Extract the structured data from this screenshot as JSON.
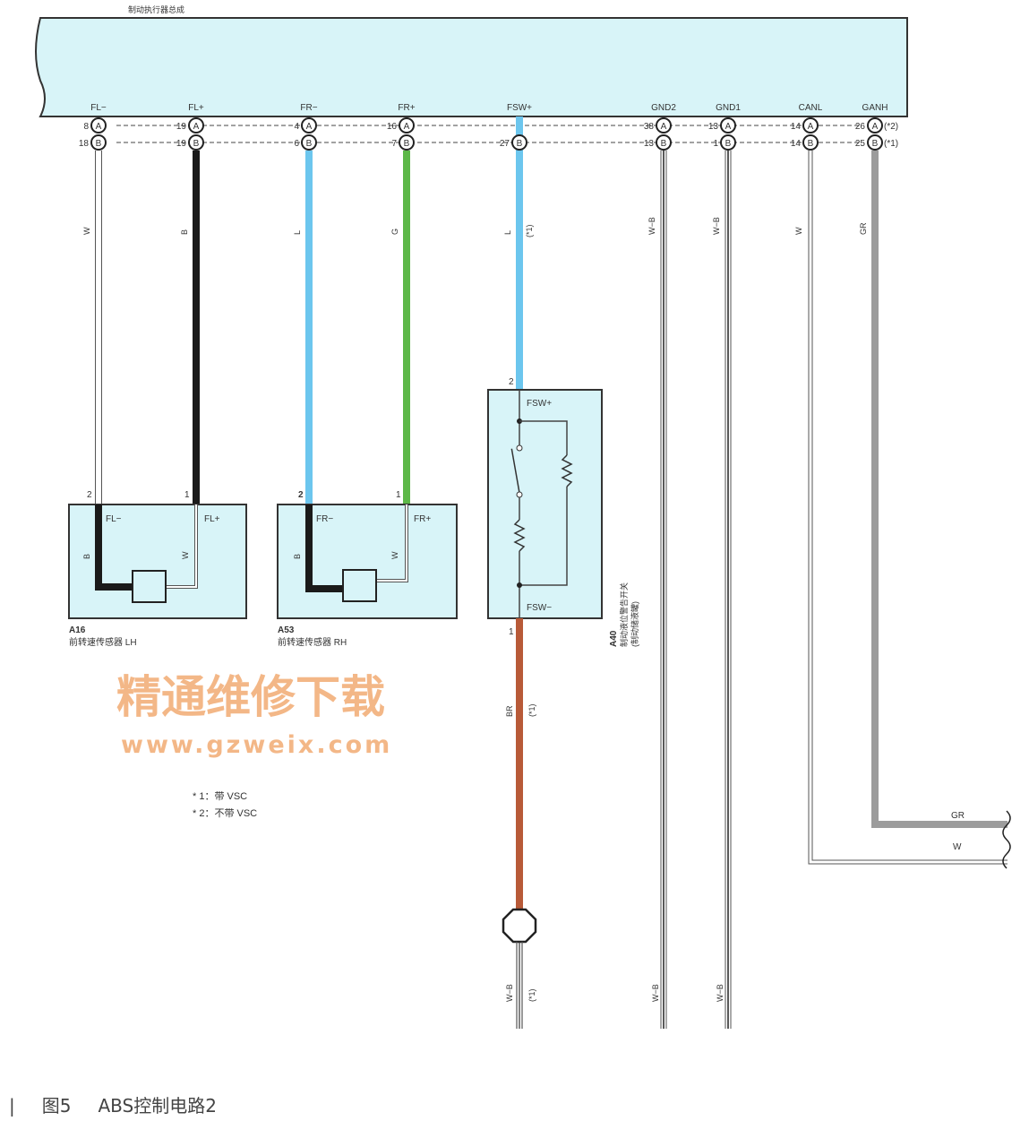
{
  "header": {
    "title": "制动执行器总成"
  },
  "colors": {
    "panel": "#d8f4f8",
    "W": "#ffffff",
    "B": "#1a1a1a",
    "L": "#6cc6ee",
    "G": "#5db848",
    "GR": "#9c9c9c",
    "BR": "#b85a38",
    "WB": "#ffffff"
  },
  "connector_labels": {
    "a": "A",
    "b": "B"
  },
  "columns": [
    {
      "pin": "FL−",
      "a": "8",
      "b": "18",
      "wire": "W",
      "color": "W"
    },
    {
      "pin": "FL+",
      "a": "19",
      "b": "19",
      "wire": "B",
      "color": "B"
    },
    {
      "pin": "FR−",
      "a": "4",
      "b": "6",
      "wire": "L",
      "color": "L"
    },
    {
      "pin": "FR+",
      "a": "16",
      "b": "7",
      "wire": "G",
      "color": "G"
    },
    {
      "pin": "FSW+",
      "a": "",
      "b": "27",
      "wire": "L",
      "color": "L",
      "note": "(*1)"
    },
    {
      "pin": "GND2",
      "a": "38",
      "b": "13",
      "wire": "W−B",
      "color": "WB"
    },
    {
      "pin": "GND1",
      "a": "13",
      "b": "1",
      "wire": "W−B",
      "color": "WB"
    },
    {
      "pin": "CANL",
      "a": "14",
      "b": "14",
      "wire": "W",
      "color": "W"
    },
    {
      "pin": "GANH",
      "a": "26",
      "b": "25",
      "wire": "GR",
      "color": "GR",
      "note_a": "(*2)",
      "note_b": "(*1)"
    }
  ],
  "components": {
    "a16": {
      "id": "A16",
      "name": "前转速传感器 LH",
      "pin2": "2",
      "pin1": "1",
      "term1": "FL−",
      "term2": "FL+",
      "wire1": "B",
      "wire2": "W"
    },
    "a53": {
      "id": "A53",
      "name": "前转速传感器 RH",
      "pin2": "2",
      "pin1": "1",
      "term1": "FR−",
      "term2": "FR+",
      "wire1": "B",
      "wire2": "W"
    },
    "a40": {
      "id": "A40",
      "name": "制动液位警告开关",
      "name2": "(制动储液罐)",
      "pin_top": "2",
      "pin_bottom": "1",
      "term_top": "FSW+",
      "term_bottom": "FSW−"
    }
  },
  "lower_wires": {
    "br": "BR",
    "br_note": "(*1)",
    "wb": "W−B",
    "wb_note": "(*1)",
    "gnd2": "W−B",
    "gnd1": "W−B",
    "gr": "GR",
    "w": "W"
  },
  "notes": [
    "* 1：带 VSC",
    "* 2：不带 VSC"
  ],
  "watermark": {
    "line1": "精通维修下载",
    "line2": "www.gzweix.com"
  },
  "caption": {
    "figure": "图5",
    "title": "ABS控制电路2"
  }
}
